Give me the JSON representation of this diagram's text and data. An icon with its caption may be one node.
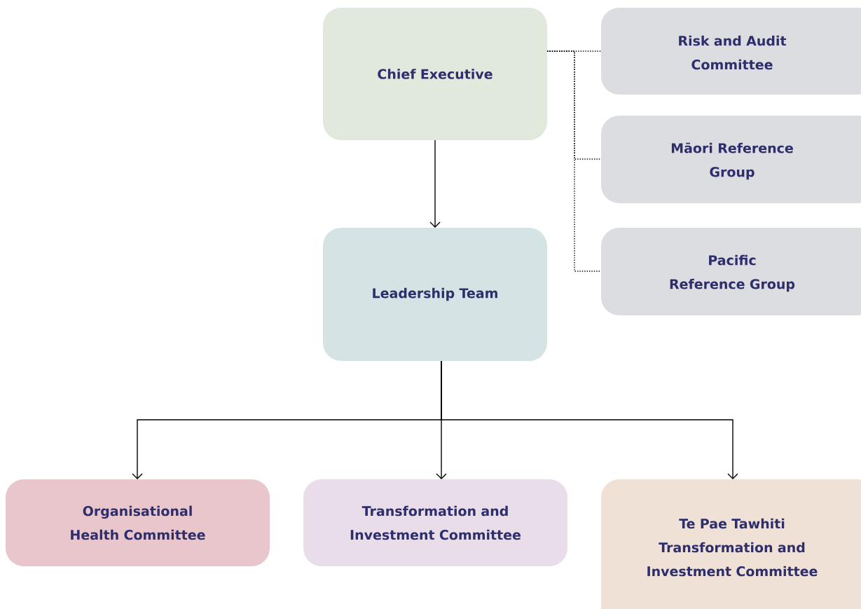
{
  "diagram": {
    "nodes": [
      {
        "text": [
          "Chief Executive"
        ]
      },
      {
        "text": [
          "Risk and Audit Committee"
        ]
      },
      {
        "text": [
          "Māori Reference Group"
        ]
      },
      {
        "text": [
          "Pacific Reference Group"
        ]
      },
      {
        "text": [
          "Leadership Team"
        ]
      },
      {
        "text": [
          "Organisational Health Committee"
        ]
      },
      {
        "text": [
          "Transformation and Investment Committee"
        ]
      },
      {
        "text": [
          "Te Pae Tawhiti Transformation and Investment Committee"
        ]
      }
    ],
    "edges": [
      {
        "from": 0,
        "to": 1,
        "arrow": "none",
        "style": "dashed"
      },
      {
        "from": 0,
        "to": 2,
        "arrow": "none",
        "style": "dashed"
      },
      {
        "from": 0,
        "to": 3,
        "arrow": "none",
        "style": "dashed"
      },
      {
        "from": 0,
        "to": 4,
        "arrow": "to"
      },
      {
        "from": 4,
        "to": 5,
        "arrow": "to"
      },
      {
        "from": 4,
        "to": 6,
        "arrow": "to"
      },
      {
        "from": 4,
        "to": 7,
        "arrow": "to"
      }
    ]
  }
}
